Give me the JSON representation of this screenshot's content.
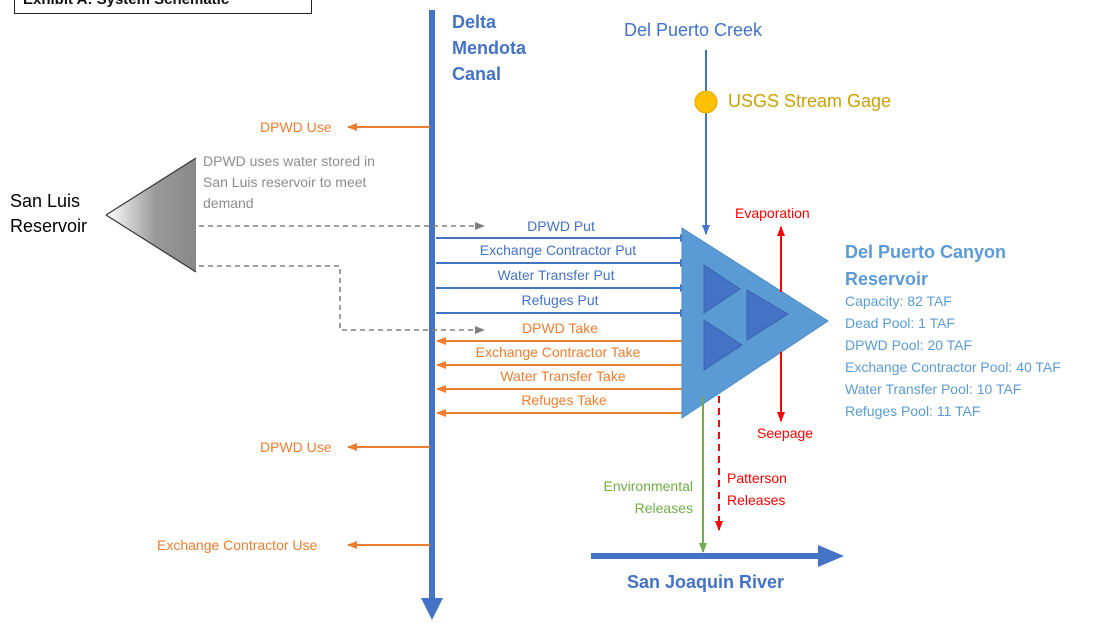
{
  "title": "Exhibit A: System Schematic",
  "colors": {
    "blue": "#4472C4",
    "orange": "#ED7D31",
    "gray": "#7F7F7F",
    "red": "#FF0000",
    "green": "#70AD47",
    "gold": "#FFC000",
    "reservoir_fill": "#5B9BD5",
    "reservoir_text": "#5B9BD5"
  },
  "canal_label": [
    "Delta",
    "Mendota",
    "Canal"
  ],
  "creek_label": "Del Puerto Creek",
  "gage_label": "USGS Stream Gage",
  "san_luis_label": [
    "San Luis",
    "Reservoir"
  ],
  "san_luis_note": [
    "DPWD uses water stored in",
    "San Luis reservoir to meet",
    "demand"
  ],
  "puts": [
    "DPWD Put",
    "Exchange Contractor Put",
    "Water Transfer Put",
    "Refuges Put"
  ],
  "takes": [
    "DPWD Take",
    "Exchange Contractor Take",
    "Water Transfer Take",
    "Refuges Take"
  ],
  "uses": [
    "DPWD Use",
    "DPWD Use",
    "Exchange Contractor Use"
  ],
  "evaporation": "Evaporation",
  "seepage": "Seepage",
  "env_releases": [
    "Environmental",
    "Releases"
  ],
  "patterson_releases": [
    "Patterson",
    "Releases"
  ],
  "river_label": "San Joaquin River",
  "reservoir": {
    "title": [
      "Del Puerto Canyon",
      "Reservoir"
    ],
    "details": [
      "Capacity: 82 TAF",
      "Dead Pool: 1 TAF",
      "DPWD Pool: 20 TAF",
      "Exchange Contractor Pool: 40 TAF",
      "Water Transfer Pool: 10 TAF",
      "Refuges Pool: 11 TAF"
    ]
  }
}
